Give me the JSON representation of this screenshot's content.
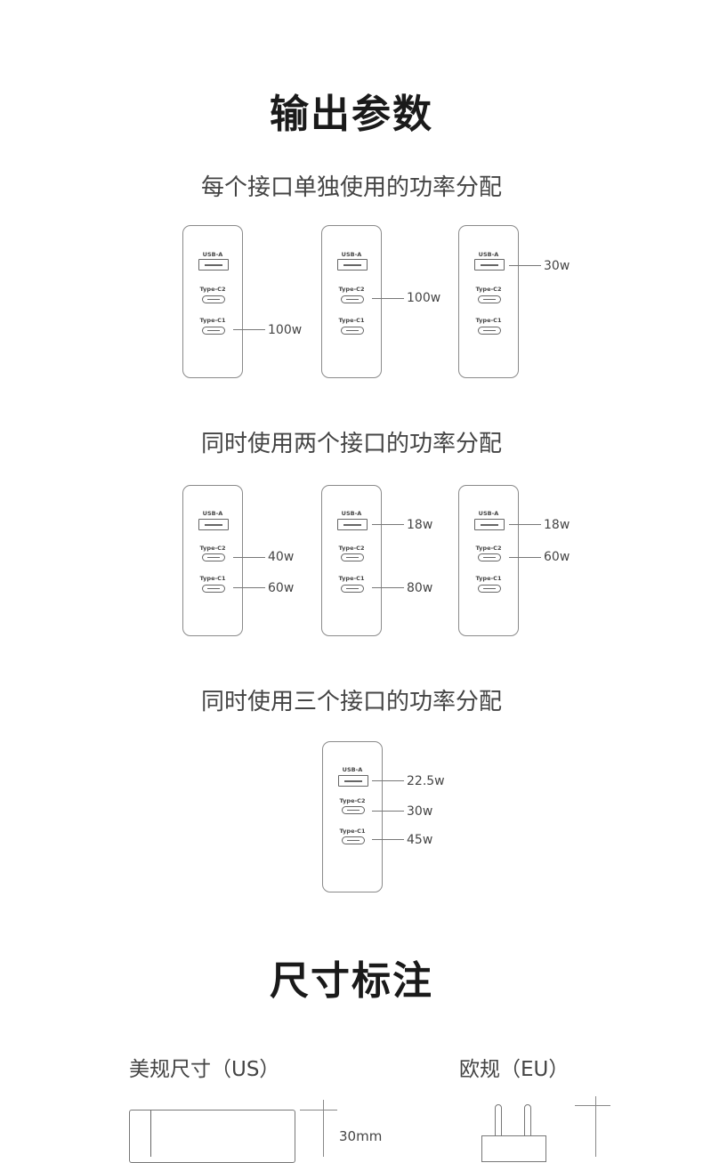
{
  "output": {
    "title": "输出参数",
    "section_single": "每个接口单独使用的功率分配",
    "section_double": "同时使用两个接口的功率分配",
    "section_triple": "同时使用三个接口的功率分配",
    "port_labels": {
      "usb_a": "USB-A",
      "type_c2": "Type-C2",
      "type_c1": "Type-C1"
    },
    "single": [
      {
        "active": "type_c1",
        "watt": "100w"
      },
      {
        "active": "type_c2",
        "watt": "100w"
      },
      {
        "active": "usb_a",
        "watt": "30w"
      }
    ],
    "double": [
      {
        "type_c2": "40w",
        "type_c1": "60w"
      },
      {
        "usb_a": "18w",
        "type_c1": "80w"
      },
      {
        "usb_a": "18w",
        "type_c2": "60w"
      }
    ],
    "triple": {
      "usb_a": "22.5w",
      "type_c2": "30w",
      "type_c1": "45w"
    }
  },
  "dimensions": {
    "title": "尺寸标注",
    "us_label": "美规尺寸（US）",
    "eu_label": "欧规（EU）",
    "us_thickness": "30mm"
  }
}
